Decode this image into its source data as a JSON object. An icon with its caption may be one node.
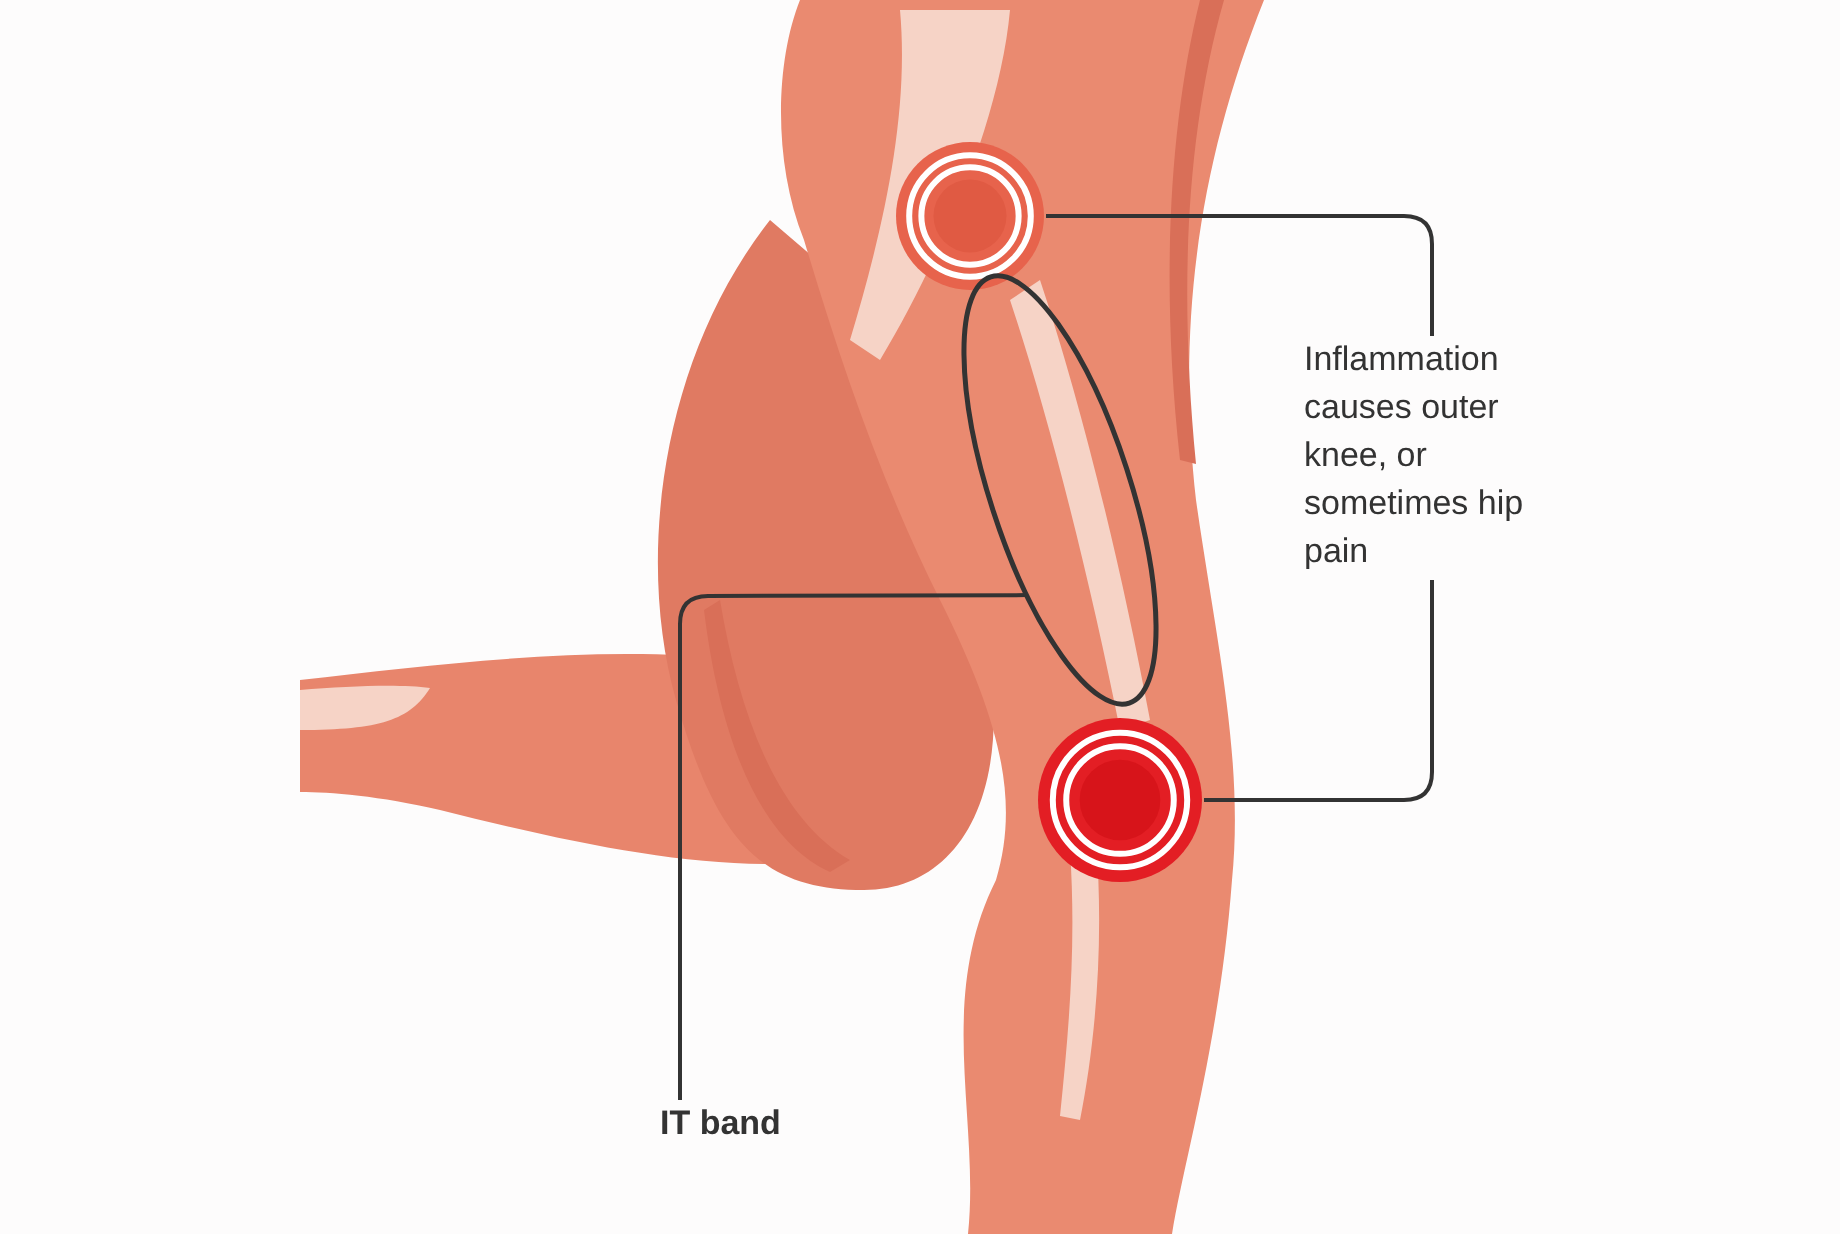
{
  "diagram": {
    "nodes": [
      {
        "text": [
          "Inflammation causes outer knee, or sometimes hip pain"
        ]
      },
      {
        "text": [],
        "shape": "circle"
      },
      {
        "text": [],
        "shape": "circle"
      },
      {
        "text": [
          "IT band"
        ]
      },
      {
        "text": [],
        "shape": "ellipse"
      }
    ],
    "edges": [
      {
        "from": 0,
        "to": 1,
        "arrow": "none"
      },
      {
        "from": 0,
        "to": 2,
        "arrow": "none"
      },
      {
        "from": 3,
        "to": 4,
        "arrow": "none"
      }
    ]
  }
}
